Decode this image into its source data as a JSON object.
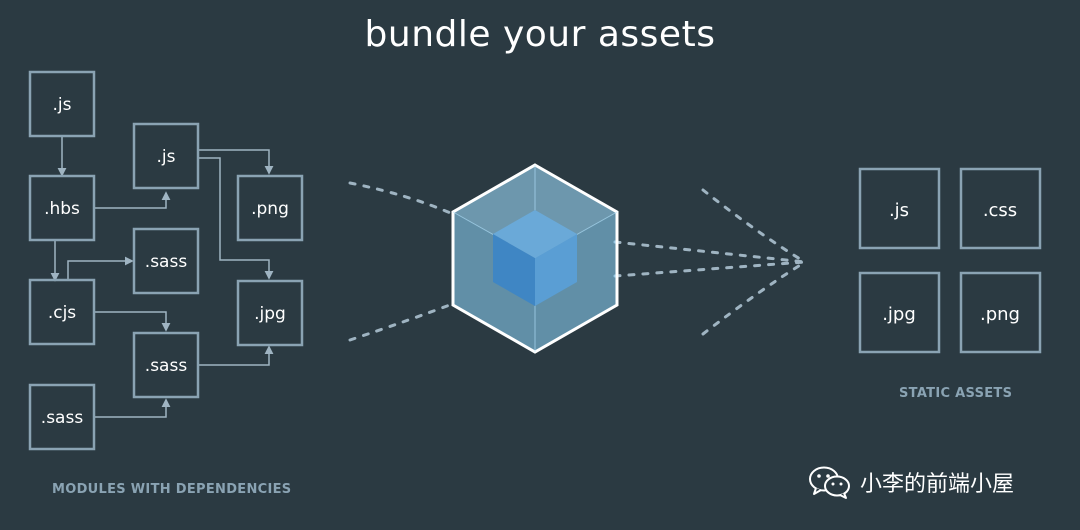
{
  "title": "bundle your assets",
  "left_caption": "MODULES WITH DEPENDENCIES",
  "right_caption": "STATIC ASSETS",
  "watermark": {
    "icon": "wechat-icon",
    "text": "小李的前端小屋"
  },
  "modules": {
    "js_top": ".js",
    "hbs": ".hbs",
    "cjs": ".cjs",
    "sass_bottom": ".sass",
    "js_mid": ".js",
    "sass_mid": ".sass",
    "sass_lower": ".sass",
    "png": ".png",
    "jpg": ".jpg"
  },
  "assets": {
    "js": ".js",
    "css": ".css",
    "jpg": ".jpg",
    "png": ".png"
  },
  "colors": {
    "background": "#2b3a42",
    "box_border": "#8aa3b3",
    "text": "#ffffff",
    "caption": "#8aa3b3",
    "cube_light": "#8ed6fb",
    "cube_dark": "#1c78c0"
  }
}
